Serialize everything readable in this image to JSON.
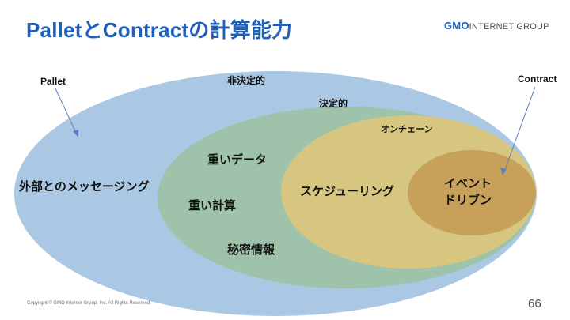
{
  "slide": {
    "title": "PalletとContractの計算能力",
    "logo": {
      "brand": "GMO",
      "rest": "INTERNET GROUP"
    },
    "copyright": "Copyright © GMO Internet Group, Inc. All Rights Reserved.",
    "page_number": "66"
  },
  "diagram": {
    "callouts": {
      "pallet": "Pallet",
      "contract": "Contract"
    },
    "sets": {
      "nondeterministic": "非決定的",
      "deterministic": "決定的",
      "onchain": "オンチェーン",
      "event_driven_line1": "イベント",
      "event_driven_line2": "ドリブン"
    },
    "items": {
      "external_messaging": "外部とのメッセージング",
      "heavy_data": "重いデータ",
      "heavy_compute": "重い計算",
      "confidential_info": "秘密情報",
      "scheduling": "スケジューリング"
    },
    "colors": {
      "title": "#1f5fb8",
      "outer": "#aac7e4",
      "deterministic": "#9ec3aa",
      "onchain": "#d6c67f",
      "event_driven": "#c7a05a"
    }
  }
}
